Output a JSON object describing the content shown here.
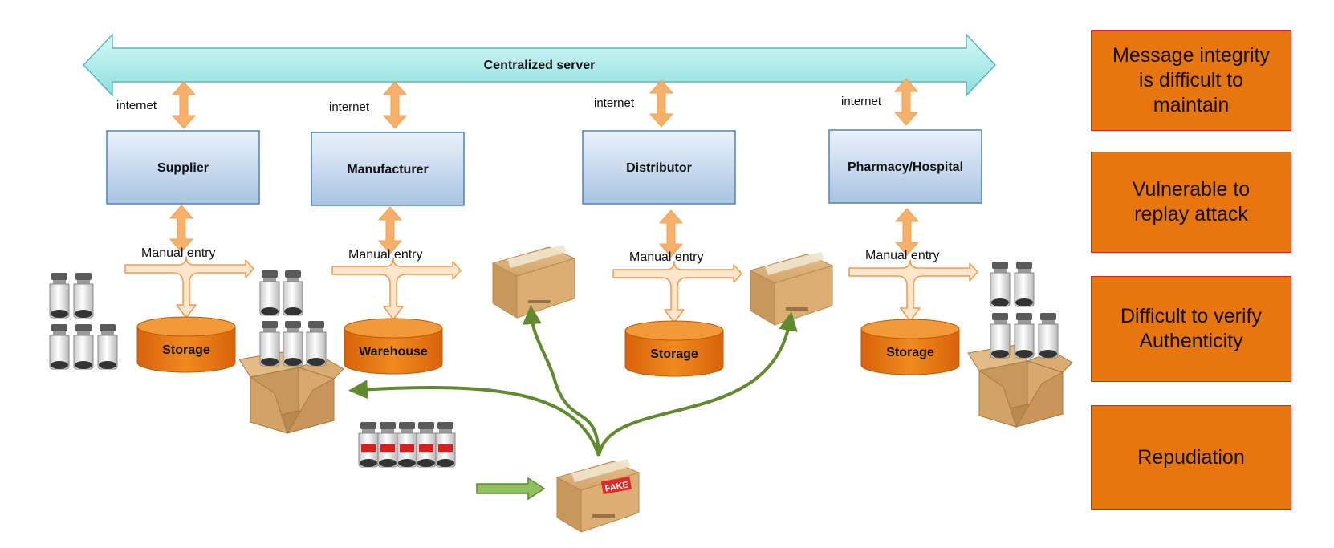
{
  "server": {
    "label": "Centralized server"
  },
  "internet_label": "internet",
  "manual_entry_label": "Manual entry",
  "nodes": [
    {
      "name": "Supplier",
      "store": "Storage"
    },
    {
      "name": "Manufacturer",
      "store": "Warehouse"
    },
    {
      "name": "Distributor",
      "store": "Storage"
    },
    {
      "name": "Pharmacy/Hospital",
      "store": "Storage"
    }
  ],
  "fake_label": "FAKE",
  "issues": [
    "Message integrity\nis difficult to\nmaintain",
    "Vulnerable to\nreplay attack",
    "Difficult to verify\nAuthenticity",
    "Repudiation"
  ],
  "colors": {
    "server_arrow": "#b2ecec",
    "node_box_top": "#e4eef9",
    "node_box_bottom": "#a9c3e2",
    "orange": "#e8760e",
    "light_orange_arrow": "#f7b06a",
    "green_arrow": "#5f8a2e",
    "issue_border": "#e02020"
  },
  "icons": [
    "vial-icon",
    "cardboard-box-icon",
    "open-box-icon",
    "cylinder-storage-icon"
  ]
}
